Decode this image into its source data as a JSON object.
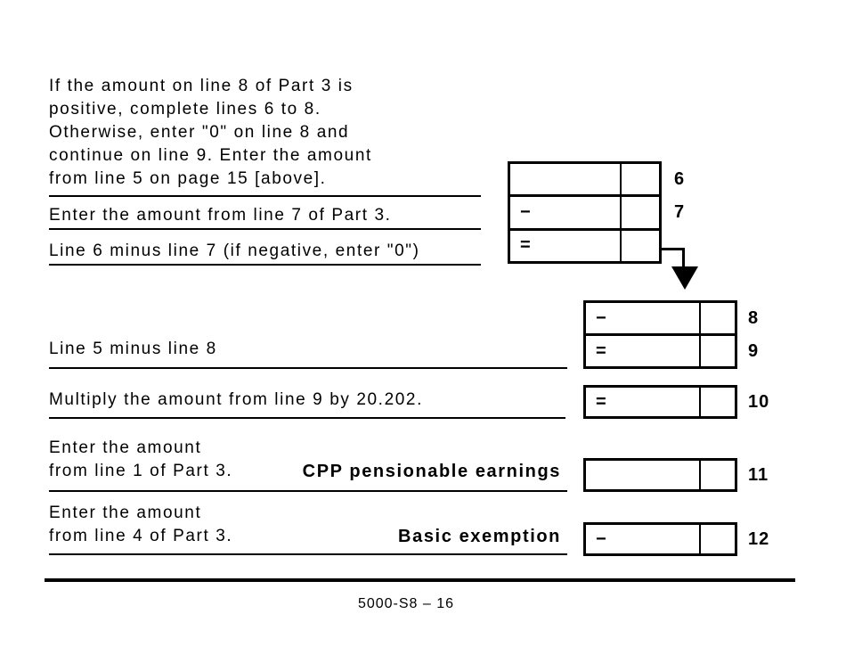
{
  "colors": {
    "ink": "#000000",
    "paper": "#ffffff"
  },
  "sections": {
    "top": {
      "instructions": "If the amount on line 8 of Part 3 is\npositive, complete lines 6 to 8.\nOtherwise, enter \"0\" on line 8 and\ncontinue on line 9. Enter the amount\nfrom line 5 on page 15 [above].",
      "line7_text": "Enter the amount from line 7 of Part 3.",
      "line8_text": "Line 6 minus line 7 (if negative, enter \"0\")",
      "rows": [
        {
          "prefix": "",
          "value": "",
          "cents": "",
          "line": "6"
        },
        {
          "prefix": "−",
          "value": "",
          "cents": "",
          "line": "7"
        },
        {
          "prefix": "=",
          "value": "",
          "cents": "",
          "line": ""
        }
      ]
    },
    "middle": {
      "line9_text": "Line 5 minus line 8",
      "line10_text": "Multiply the amount from line 9 by 20.202.",
      "rows89": [
        {
          "prefix": "−",
          "value": "",
          "cents": "",
          "line": "8"
        },
        {
          "prefix": "=",
          "value": "",
          "cents": "",
          "line": "9"
        }
      ],
      "row10": {
        "prefix": "=",
        "value": "",
        "cents": "",
        "line": "10"
      }
    },
    "bottom": {
      "row11": {
        "text": "Enter the amount\nfrom line 1 of Part 3.",
        "label": "CPP pensionable earnings",
        "prefix": "",
        "value": "",
        "cents": "",
        "line": "11"
      },
      "row12": {
        "text": "Enter the amount\nfrom line 4 of Part 3.",
        "label": "Basic exemption",
        "prefix": "−",
        "value": "",
        "cents": "",
        "line": "12"
      }
    },
    "footer": {
      "text": "5000-S8 – 16"
    }
  }
}
